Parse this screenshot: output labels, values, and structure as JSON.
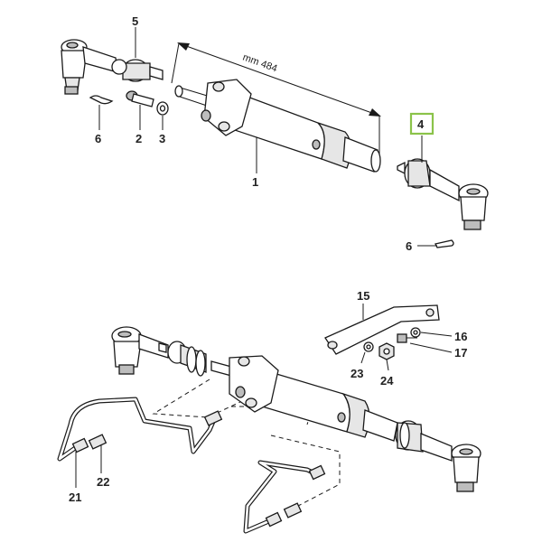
{
  "dimension": {
    "text": "mm 484"
  },
  "highlight_color": "#8bc34a",
  "labels": {
    "l1": "1",
    "l2": "2",
    "l3": "3",
    "l4": "4",
    "l5": "5",
    "l6a": "6",
    "l6b": "6",
    "l15": "15",
    "l16": "16",
    "l17": "17",
    "l21": "21",
    "l22": "22",
    "l23": "23",
    "l24": "24"
  }
}
